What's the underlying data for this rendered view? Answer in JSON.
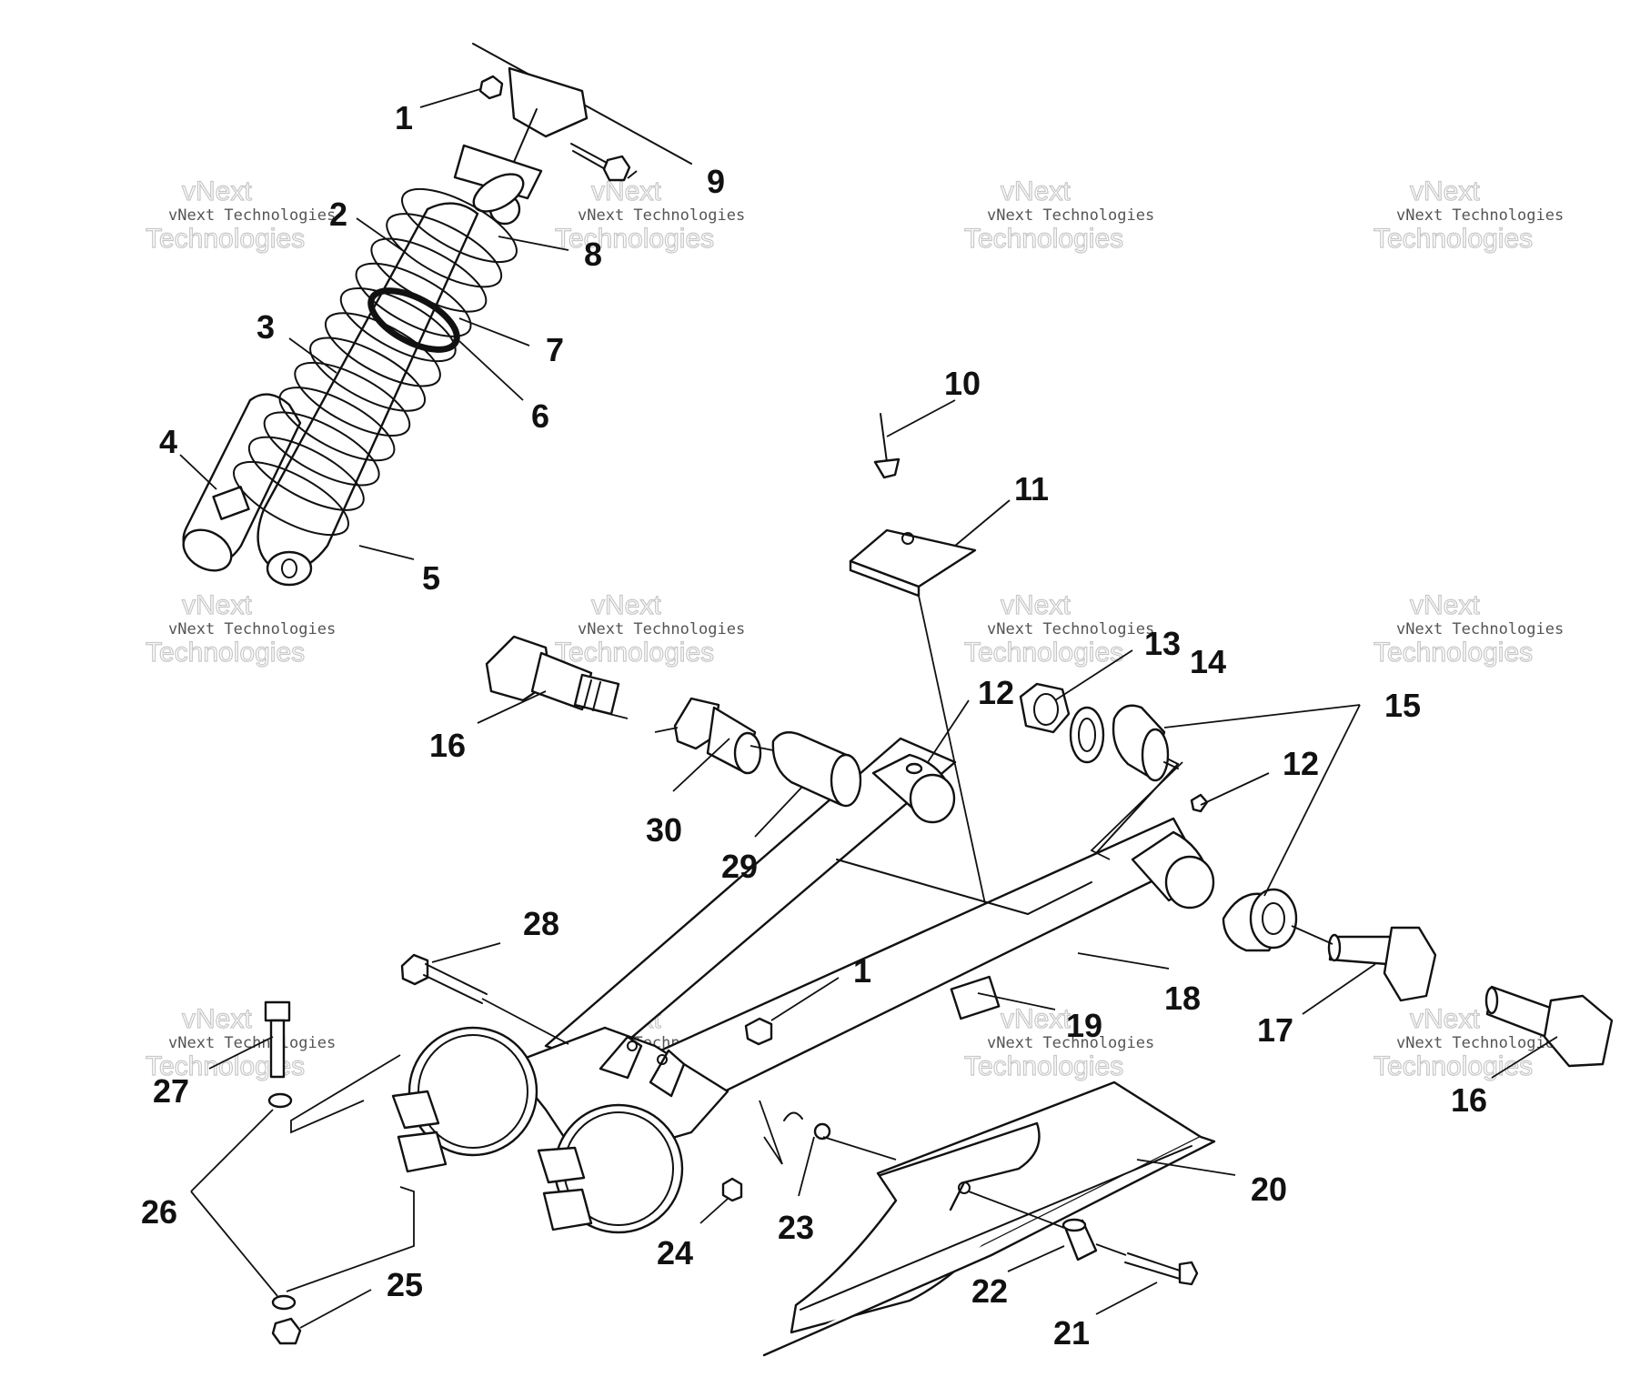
{
  "watermark": {
    "line1": "vNext",
    "line2": "vNext Technologies",
    "line3": "Technologies"
  },
  "callouts": [
    "1",
    "2",
    "3",
    "4",
    "5",
    "6",
    "7",
    "8",
    "9",
    "10",
    "11",
    "12",
    "13",
    "14",
    "15",
    "16",
    "17",
    "18",
    "19",
    "20",
    "21",
    "22",
    "23",
    "24",
    "25",
    "26",
    "27",
    "28",
    "29",
    "30"
  ]
}
